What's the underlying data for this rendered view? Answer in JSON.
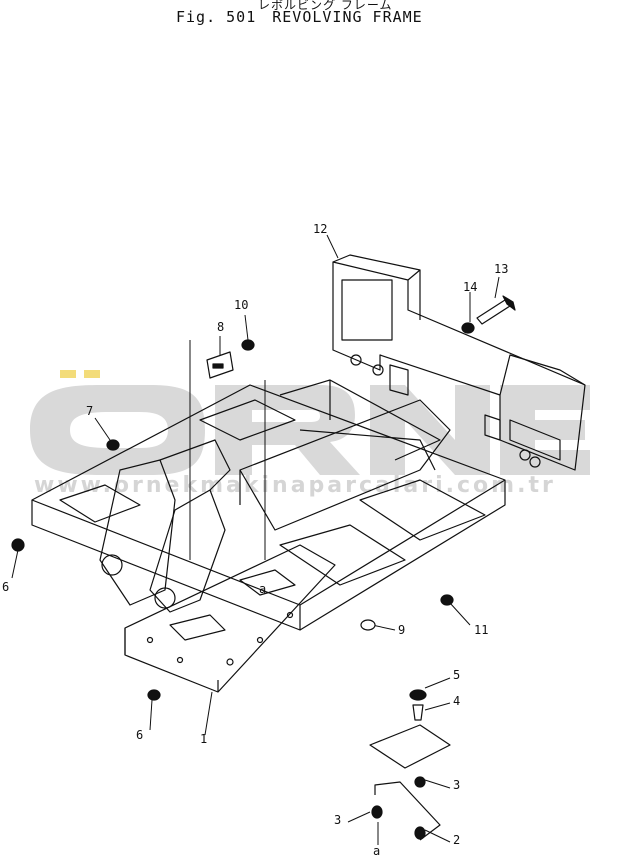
{
  "header": {
    "japanese_title": "レボルビング フレーム",
    "fig_label": "Fig. 501",
    "title": "REVOLVING FRAME"
  },
  "watermark": {
    "brand": "ORNEK",
    "url": "www.ornekmakinaparcalari.com.tr",
    "colors": {
      "letters": "#d9d9d9",
      "dots": "#f3dc7a"
    }
  },
  "callouts": [
    "1",
    "2",
    "3",
    "3",
    "4",
    "5",
    "6",
    "6",
    "7",
    "8",
    "9",
    "10",
    "11",
    "12",
    "13",
    "14",
    "a",
    "a"
  ],
  "colors": {
    "line": "#111111",
    "background": "#ffffff"
  }
}
